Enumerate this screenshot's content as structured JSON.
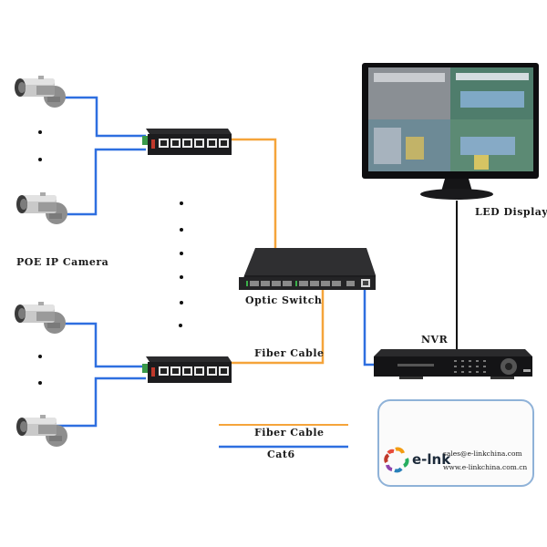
{
  "labels": {
    "camera_group": "POE IP Camera",
    "optic_switch": "Optic Switch",
    "fiber_cable_link": "Fiber Cable",
    "nvr": "NVR",
    "led_display": "LED Display"
  },
  "legend": {
    "items": [
      {
        "label": "Fiber Cable",
        "color": "#f5a43a"
      },
      {
        "label": "Cat6",
        "color": "#2e6fe0"
      }
    ]
  },
  "brand": {
    "name": "e-lnk",
    "email": "sales@e-linkchina.com",
    "website": "www.e-linkchina.com.cn"
  },
  "colors": {
    "fiber": "#f5a43a",
    "cat6": "#2e6fe0",
    "device_dark": "#1e1e20",
    "box_border": "#8fb2d8"
  },
  "devices": {
    "cameras": [
      "camera",
      "camera",
      "camera",
      "camera"
    ],
    "poe_switches": [
      "poe-switch",
      "poe-switch"
    ]
  }
}
